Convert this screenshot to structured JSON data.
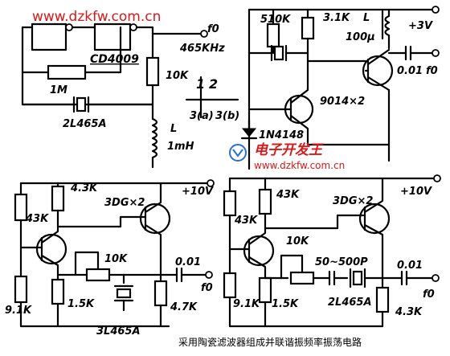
{
  "caption": "采用陶瓷滤波器组成并联谐振频率振荡电路",
  "watermark": {
    "url": "www.dzkfw.com.cn",
    "brand": "电子开发王"
  },
  "labels": {
    "cd4009": "CD4009",
    "r_1m": "1M",
    "r_10k_top": "10K",
    "freq": "465KHz",
    "f0": "f0",
    "filter_2l465a": "2L465A",
    "inductor_l": "L",
    "inductor_1mh": "1mH",
    "sw_1": "1",
    "sw_2": "2",
    "sw_3a": "3(a)",
    "sw_3b": "3(b)",
    "r_510k": "510K",
    "r_3_1k": "3.1K",
    "inductor_100uh": "100μ",
    "supply_3v": "+3V",
    "cap_0_01": "0.01",
    "t_9014": "9014×2",
    "d_1n4148": "1N4148",
    "r_4_3k": "4.3K",
    "t_3dg_x2": "3DG×2",
    "supply_10v": "+10V",
    "r_43k": "43K",
    "r_10k": "10K",
    "r_9_1k": "9.1K",
    "r_1_5k": "1.5K",
    "r_4_7k": "4.7K",
    "filter_3l465a": "3L465A",
    "cap_50_500p": "50~500P"
  }
}
